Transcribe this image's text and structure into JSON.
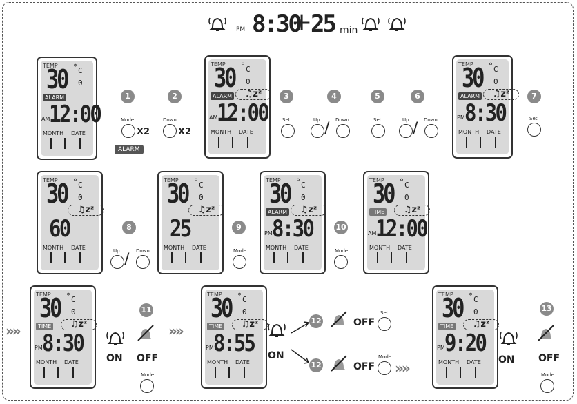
{
  "header": {
    "pm": "PM",
    "time": "8:30",
    "plus": "+",
    "minutes": "25",
    "min": "min"
  },
  "lcd_labels": {
    "temp": "TEMP",
    "month": "MONTH",
    "date": "DATE",
    "deg_c": "C",
    "deg_c2": "0"
  },
  "temp_value": "30",
  "zz": "♫zᶻ",
  "screens": [
    {
      "badge": "ALARM",
      "ampm": "AM",
      "time": "12:00",
      "zz": false
    },
    {
      "badge": "ALARM",
      "ampm": "AM",
      "time": "12:00",
      "zz": true
    },
    {
      "badge": "ALARM",
      "ampm": "PM",
      "time": "8:30",
      "zz": true
    },
    {
      "badge": "",
      "ampm": "",
      "time": "60",
      "zz": true
    },
    {
      "badge": "",
      "ampm": "",
      "time": "25",
      "zz": true
    },
    {
      "badge": "ALARM",
      "ampm": "PM",
      "time": "8:30",
      "zz": true
    },
    {
      "badge": "TIME",
      "ampm": "AM",
      "time": "12:00",
      "zz": true
    },
    {
      "badge": "TIME",
      "ampm": "PM",
      "time": "8:30",
      "zz": true
    },
    {
      "badge": "TIME",
      "ampm": "PM",
      "time": "8:55",
      "zz": true
    },
    {
      "badge": "TIME",
      "ampm": "PM",
      "time": "9:20",
      "zz": true
    }
  ],
  "steps": [
    "1",
    "2",
    "3",
    "4",
    "5",
    "6",
    "7",
    "8",
    "9",
    "10",
    "11",
    "12",
    "12",
    "13"
  ],
  "buttons": {
    "mode": "Mode",
    "down": "Down",
    "set": "Set",
    "up": "Up",
    "x2": "X2"
  },
  "alarm_tag": "ALARM",
  "on": "ON",
  "off": "OFF",
  "chevrons": "»»"
}
